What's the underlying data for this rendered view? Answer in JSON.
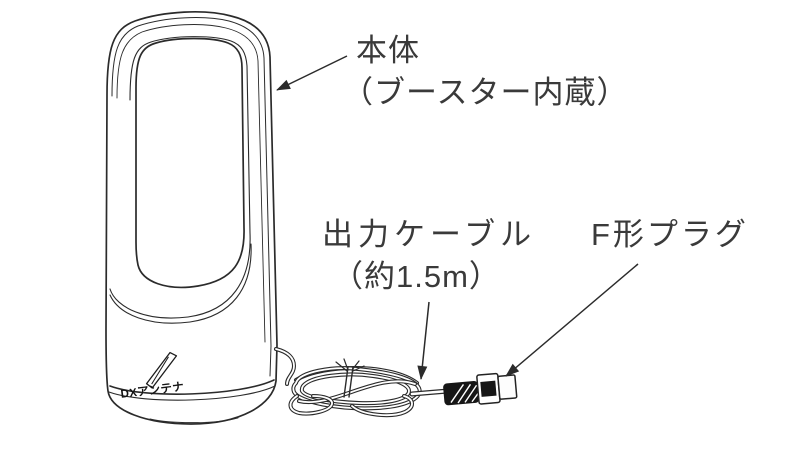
{
  "colors": {
    "background": "#ffffff",
    "line": "#2b2b2b",
    "text": "#3a3a3a",
    "plug_dark": "#161616"
  },
  "labels": {
    "body": {
      "line1": "本体",
      "line2": "（ブースター内蔵）"
    },
    "output_cable": {
      "line1": "出力ケーブル",
      "line2": "（約1.5m）"
    },
    "f_plug": {
      "text": "F形プラグ"
    }
  },
  "device": {
    "logo_text": "DXアンテナ",
    "logo_icon": "flag-icon"
  },
  "figure": {
    "type": "product-illustration",
    "leader_arrows": [
      "to-body",
      "to-cable",
      "to-plug"
    ]
  }
}
